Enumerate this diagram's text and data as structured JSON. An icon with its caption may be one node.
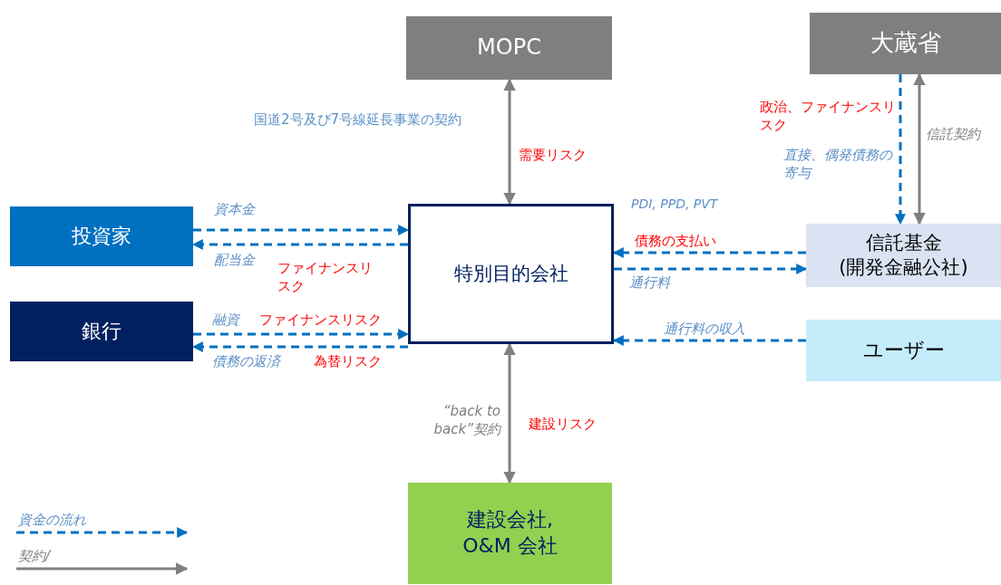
{
  "diagram": {
    "nodes": [
      {
        "text": [
          "MOPC"
        ]
      },
      {
        "text": [
          "大蔵省"
        ]
      },
      {
        "text": [
          "投資家"
        ]
      },
      {
        "text": [
          "銀行"
        ]
      },
      {
        "text": [
          "特別目的会社"
        ]
      },
      {
        "text": [
          "信託基金",
          "(開発金融公社)"
        ]
      },
      {
        "text": [
          "ユーザー"
        ]
      },
      {
        "text": [
          "建設会社,",
          "O&M 会社"
        ]
      }
    ],
    "edges": [
      {
        "from": 4,
        "to": 0,
        "arrow": "both",
        "label": "国道2号及び7号線延長事業の契約",
        "color": "#808080"
      },
      {
        "from": 2,
        "to": 4,
        "arrow": "to",
        "label": "資本金",
        "style": "dashed"
      },
      {
        "from": 4,
        "to": 2,
        "arrow": "to",
        "label": "配当金",
        "style": "dashed"
      },
      {
        "from": 3,
        "to": 4,
        "arrow": "to",
        "label": "融資",
        "style": "dashed"
      },
      {
        "from": 4,
        "to": 3,
        "arrow": "to",
        "label": "債務の返済",
        "style": "dashed"
      },
      {
        "from": 5,
        "to": 4,
        "arrow": "to",
        "label": "債務の支払い",
        "style": "dashed"
      },
      {
        "from": 4,
        "to": 5,
        "arrow": "to",
        "label": "通行料",
        "style": "dashed"
      },
      {
        "from": 6,
        "to": 4,
        "arrow": "to",
        "label": "通行料の収入",
        "style": "dashed"
      },
      {
        "from": 1,
        "to": 5,
        "arrow": "to",
        "label": "直接、偶発債務の寄与",
        "style": "dashed"
      },
      {
        "from": 1,
        "to": 5,
        "arrow": "both",
        "label": "信託契約",
        "color": "#808080"
      },
      {
        "from": 4,
        "to": 7,
        "arrow": "both",
        "label": "“back to back”契約",
        "color": "#808080"
      }
    ],
    "labels": [
      "需要リスク",
      "ファイナンスリスク",
      "ファイナンスリスク",
      "為替リスク",
      "政治、ファイナンスリスク",
      "PDI, PPD, PVT",
      "建設リスク"
    ],
    "legend": [
      {
        "text": "資金の流れ"
      },
      {
        "text": "契約/"
      }
    ]
  }
}
